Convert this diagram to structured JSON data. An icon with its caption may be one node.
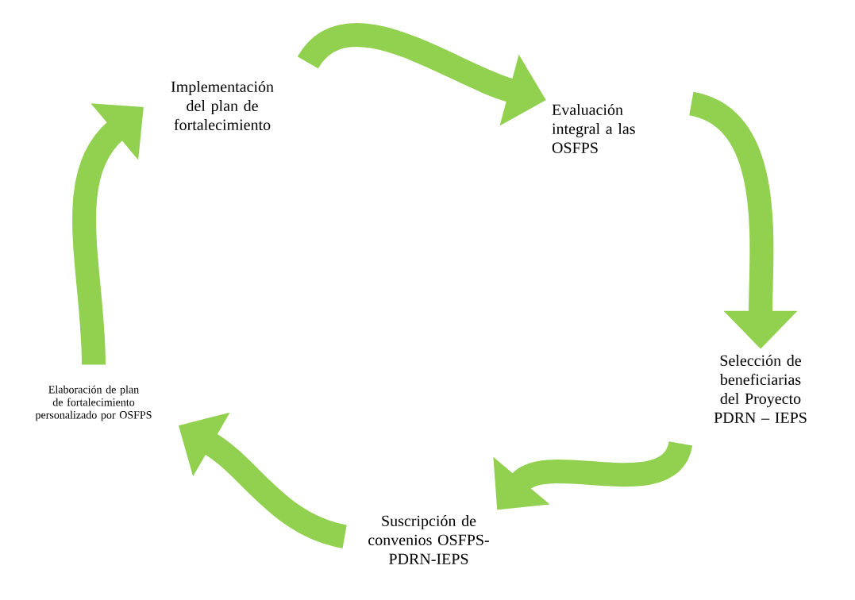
{
  "diagram": {
    "nodes": [
      {
        "text": [
          "Implementación del plan de fortalecimiento"
        ]
      },
      {
        "text": [
          "Evaluación integral a las OSFPS"
        ]
      },
      {
        "text": [
          "Selección de beneficiarias del Proyecto PDRN – IEPS"
        ]
      },
      {
        "text": [
          "Suscripción de convenios OSFPS- PDRN-IEPS"
        ]
      },
      {
        "text": [
          "Elaboración de plan de fortalecimiento personalizado por OSFPS"
        ]
      }
    ],
    "edges": [
      {
        "from": 0,
        "to": 1,
        "arrow": "to"
      },
      {
        "from": 1,
        "to": 2,
        "arrow": "to"
      },
      {
        "from": 2,
        "to": 3,
        "arrow": "to"
      },
      {
        "from": 3,
        "to": 4,
        "arrow": "to"
      },
      {
        "from": 4,
        "to": 0,
        "arrow": "to"
      }
    ]
  }
}
